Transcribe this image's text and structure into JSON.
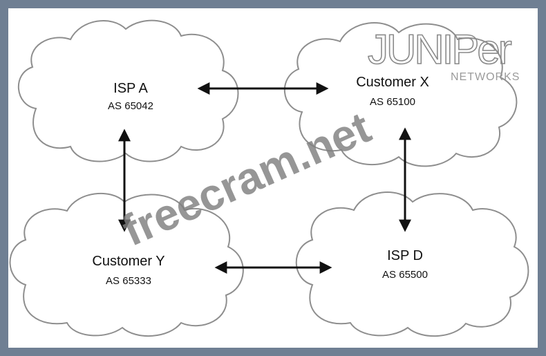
{
  "nodes": [
    {
      "id": "isp-a",
      "title": "ISP A",
      "as": "AS 65042"
    },
    {
      "id": "customer-x",
      "title": "Customer X",
      "as": "AS 65100"
    },
    {
      "id": "customer-y",
      "title": "Customer Y",
      "as": "AS 65333"
    },
    {
      "id": "isp-d",
      "title": "ISP D",
      "as": "AS 65500"
    }
  ],
  "links": [
    {
      "from": "isp-a",
      "to": "customer-x",
      "direction": "bidirectional"
    },
    {
      "from": "isp-a",
      "to": "customer-y",
      "direction": "bidirectional"
    },
    {
      "from": "customer-x",
      "to": "isp-d",
      "direction": "bidirectional"
    },
    {
      "from": "customer-y",
      "to": "isp-d",
      "direction": "bidirectional"
    }
  ],
  "logo": {
    "main": "JUNIPer",
    "sub": "NETWORKS"
  },
  "watermark": "freecram.net",
  "colors": {
    "border": "#6f7f93",
    "background": "#ffffff",
    "cloud_outline": "#8e8e8e",
    "arrow": "#111111",
    "watermark": "#7f7f7f"
  }
}
